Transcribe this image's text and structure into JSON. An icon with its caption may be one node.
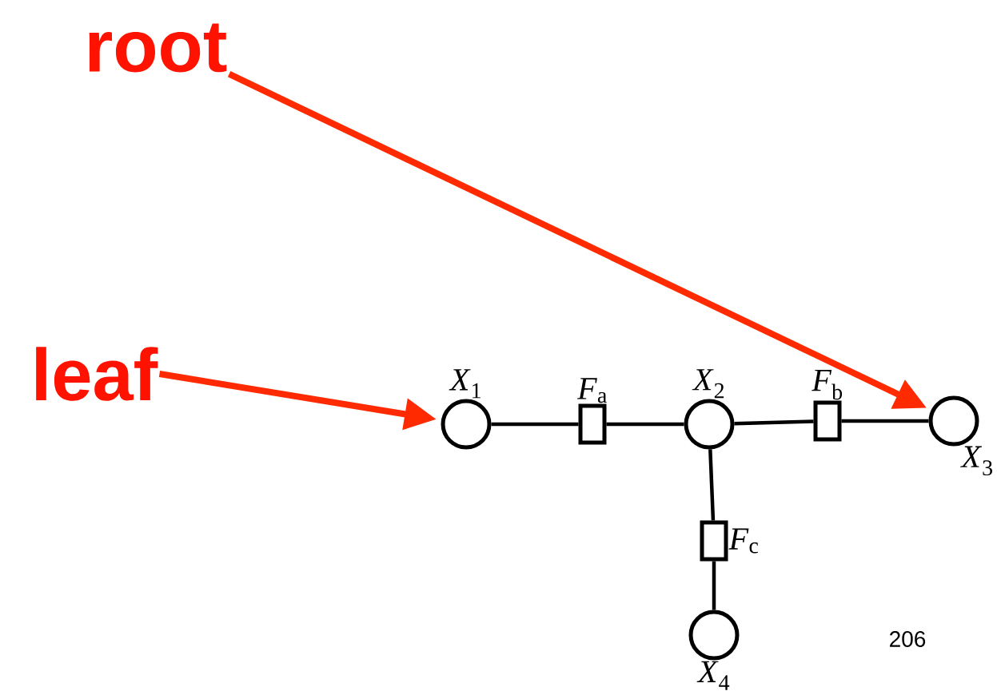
{
  "diagram": {
    "nodes": [
      {
        "text": [
          "root"
        ]
      },
      {
        "text": [
          "leaf"
        ]
      },
      {
        "text": [
          "*X*$_{1}$"
        ]
      },
      {
        "text": [
          "*F*$_{a}$"
        ]
      },
      {
        "text": [
          "*X*$_{2}$"
        ]
      },
      {
        "text": [
          "*F*$_{b}$"
        ]
      },
      {
        "text": [
          "*X*$_{3}$"
        ]
      },
      {
        "text": [
          "*F*$_{c}$"
        ]
      },
      {
        "text": [
          "*X*$_{4}$"
        ]
      }
    ],
    "edges": [
      {
        "from": 0,
        "to": 6,
        "arrow": "to",
        "color": "#ff2a00"
      },
      {
        "from": 1,
        "to": 2,
        "arrow": "to",
        "color": "#ff2a00"
      },
      {
        "from": 2,
        "to": 3,
        "arrow": "none"
      },
      {
        "from": 3,
        "to": 4,
        "arrow": "none"
      },
      {
        "from": 4,
        "to": 5,
        "arrow": "none"
      },
      {
        "from": 5,
        "to": 6,
        "arrow": "none"
      },
      {
        "from": 4,
        "to": 7,
        "arrow": "none"
      },
      {
        "from": 7,
        "to": 8,
        "arrow": "none"
      }
    ],
    "labels": [
      "206"
    ]
  }
}
